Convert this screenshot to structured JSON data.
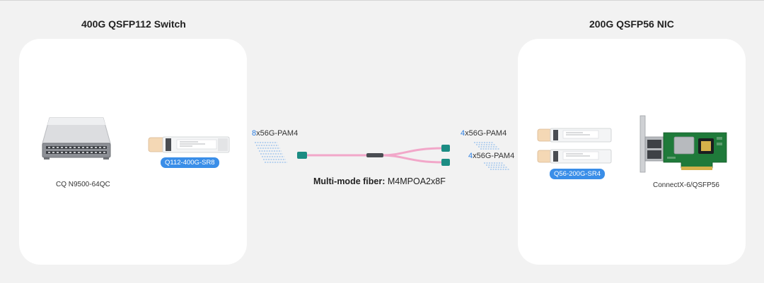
{
  "switch_side": {
    "title": "400G QSFP112 Switch",
    "switch_model": "CQ N9500-64QC",
    "transceiver_tag": "Q112-400G-SR8"
  },
  "nic_side": {
    "title": "200G QSFP56 NIC",
    "nic_model": "ConnectX-6/QSFP56",
    "transceiver_tag": "Q56-200G-SR4"
  },
  "lanes": {
    "left": {
      "count": "8",
      "label": "x56G-PAM4"
    },
    "right_top": {
      "count": "4",
      "label": "x56G-PAM4"
    },
    "right_bottom": {
      "count": "4",
      "label": "x56G-PAM4"
    }
  },
  "fiber": {
    "prefix": "Multi-mode fiber:",
    "model": "M4MPOA2x8F"
  },
  "colors": {
    "accent_blue": "#3a8ee8",
    "fiber_pink": "#f2a7c9",
    "mpo_teal": "#1c8c83",
    "pcb_green": "#1f7a3a"
  }
}
